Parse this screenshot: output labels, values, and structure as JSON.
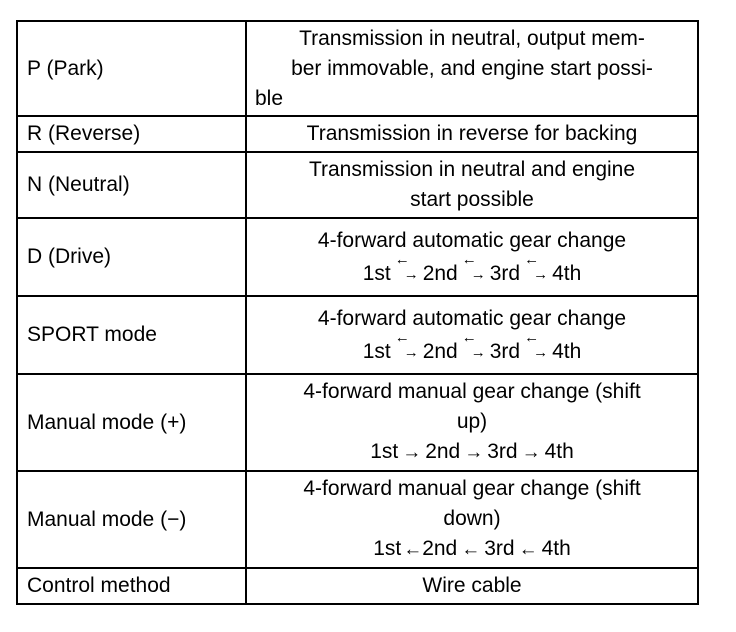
{
  "rows": [
    {
      "mode": "P (Park)",
      "lines": [
        "Transmission in neutral, output mem-",
        "ber immovable, and engine start possi-",
        "ble"
      ]
    },
    {
      "mode": "R (Reverse)",
      "lines": [
        "Transmission in reverse for backing"
      ]
    },
    {
      "mode": "N (Neutral)",
      "lines": [
        "Transmission in neutral and engine",
        "start possible"
      ]
    },
    {
      "mode": "D (Drive)",
      "lines": [
        "4-forward automatic gear change"
      ],
      "gears": [
        "1st",
        "2nd",
        "3rd",
        "4th"
      ]
    },
    {
      "mode": "SPORT mode",
      "lines": [
        "4-forward automatic gear change"
      ],
      "gears": [
        "1st",
        "2nd",
        "3rd",
        "4th"
      ]
    },
    {
      "mode": "Manual mode (+)",
      "lines": [
        "4-forward manual gear change (shift",
        "up)"
      ],
      "gears": [
        "1st",
        "2nd",
        "3rd",
        "4th"
      ]
    },
    {
      "mode": "Manual mode (−)",
      "lines": [
        "4-forward manual gear change (shift",
        "down)"
      ],
      "gears": [
        "1st",
        "2nd",
        "3rd",
        "4th"
      ]
    },
    {
      "mode": "Control method",
      "lines": [
        "Wire cable"
      ]
    }
  ],
  "symbols": {
    "arrow_left": "←",
    "arrow_right": "→"
  }
}
